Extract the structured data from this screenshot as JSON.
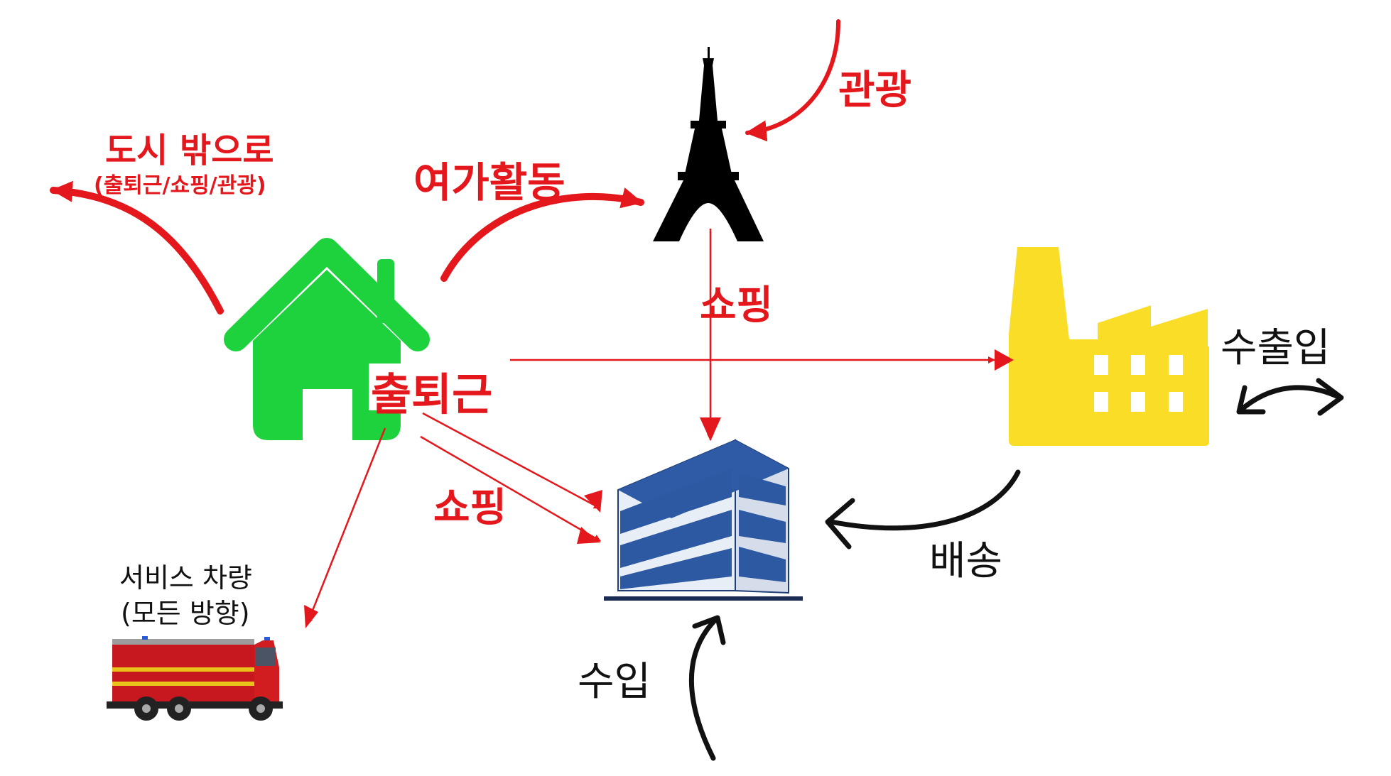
{
  "labels": {
    "outside_city": "도시 밖으로",
    "outside_city_sub": "(출퇴근/쇼핑/관광)",
    "leisure": "여가활동",
    "tourism": "관광",
    "shopping_tower": "쇼핑",
    "commute": "출퇴근",
    "shopping_home": "쇼핑",
    "service_vehicle": "서비스 차량",
    "service_vehicle_sub": "(모든 방향)",
    "import_export": "수출입",
    "delivery": "배송",
    "import": "수입"
  },
  "colors": {
    "arrow_red": "#e3171c",
    "arrow_black": "#111111",
    "house_green": "#1ed23d",
    "factory_yellow": "#fadd27",
    "building_blue": "#2d59a3"
  },
  "icons": {
    "home": "house-icon",
    "landmark": "eiffel-tower-icon",
    "factory": "factory-icon",
    "store": "office-building-icon",
    "vehicle": "fire-truck-icon"
  }
}
